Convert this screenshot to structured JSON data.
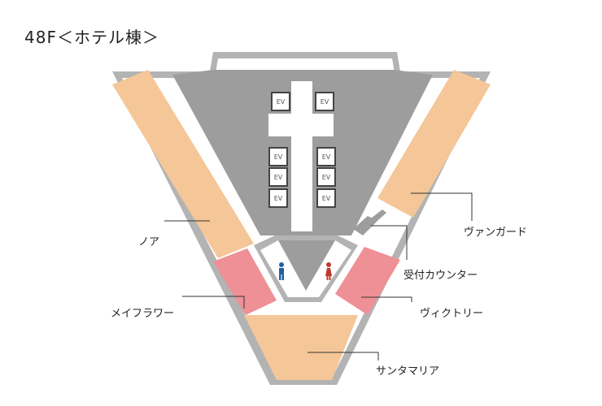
{
  "floor": {
    "title": "48F＜ホテル棟＞"
  },
  "colors": {
    "outer_wall": "#b3b3b3",
    "corridor": "#ffffff",
    "core": "#9d9d9d",
    "peach": "#f5c697",
    "pink": "#ee9096",
    "male": "#1f5fa0",
    "female": "#c0392b",
    "leader": "#333333"
  },
  "elevator": {
    "label": "EV"
  },
  "rooms": {
    "noa": "ノア",
    "vanguard": "ヴァンガード",
    "reception": "受付カウンター",
    "mayflower": "メイフラワー",
    "victory": "ヴィクトリー",
    "santamaria": "サンタマリア"
  },
  "icons": {
    "male": "male-restroom-icon",
    "female": "female-restroom-icon"
  }
}
